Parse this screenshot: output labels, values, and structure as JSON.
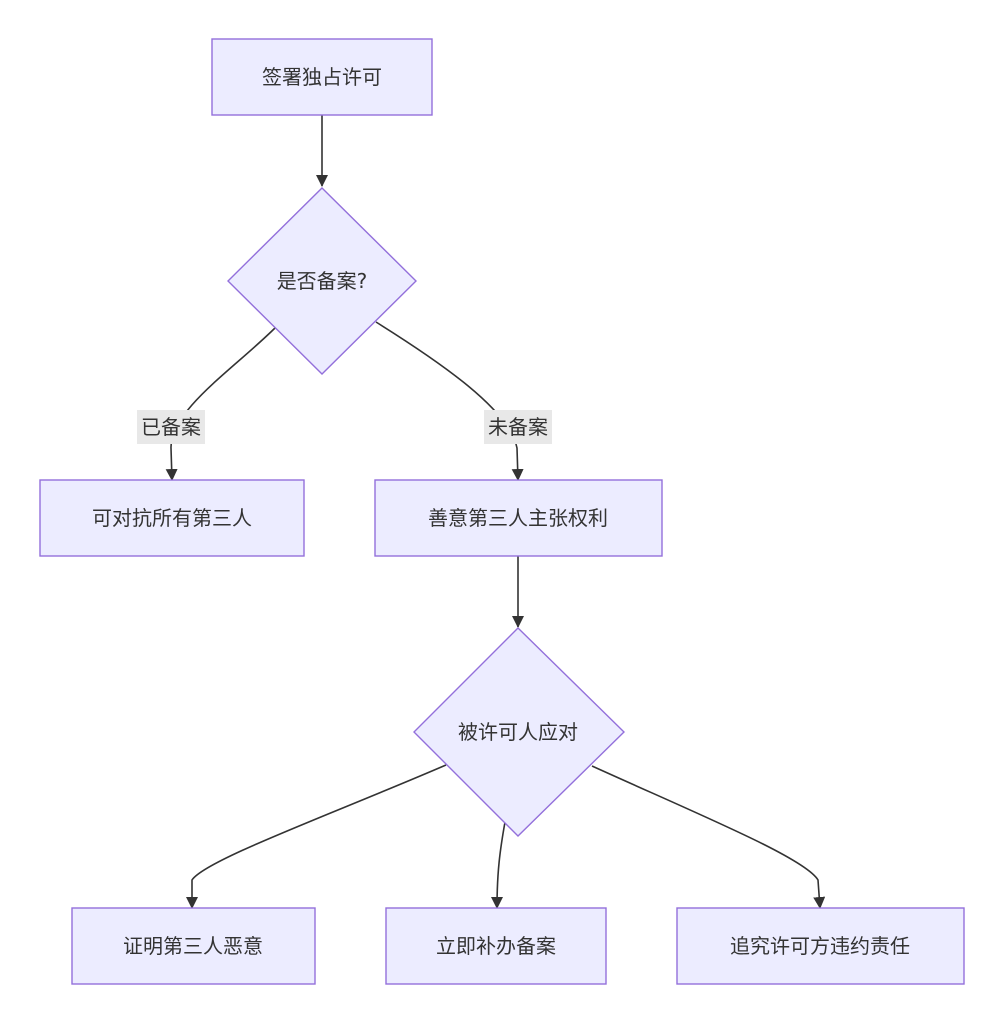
{
  "colors": {
    "node_fill": "#ECECFF",
    "node_stroke": "#9370DB",
    "edge": "#333333",
    "text": "#333333",
    "edge_label_bg": "#E8E8E8"
  },
  "nodes": {
    "sign": "签署独占许可",
    "filed_q": "是否备案?",
    "oppose_all": "可对抗所有第三人",
    "bona_fide": "善意第三人主张权利",
    "response": "被许可人应对",
    "prove_malice": "证明第三人恶意",
    "file_now": "立即补办备案",
    "pursue": "追究许可方违约责任"
  },
  "edges": {
    "filed": "已备案",
    "not_filed": "未备案"
  }
}
